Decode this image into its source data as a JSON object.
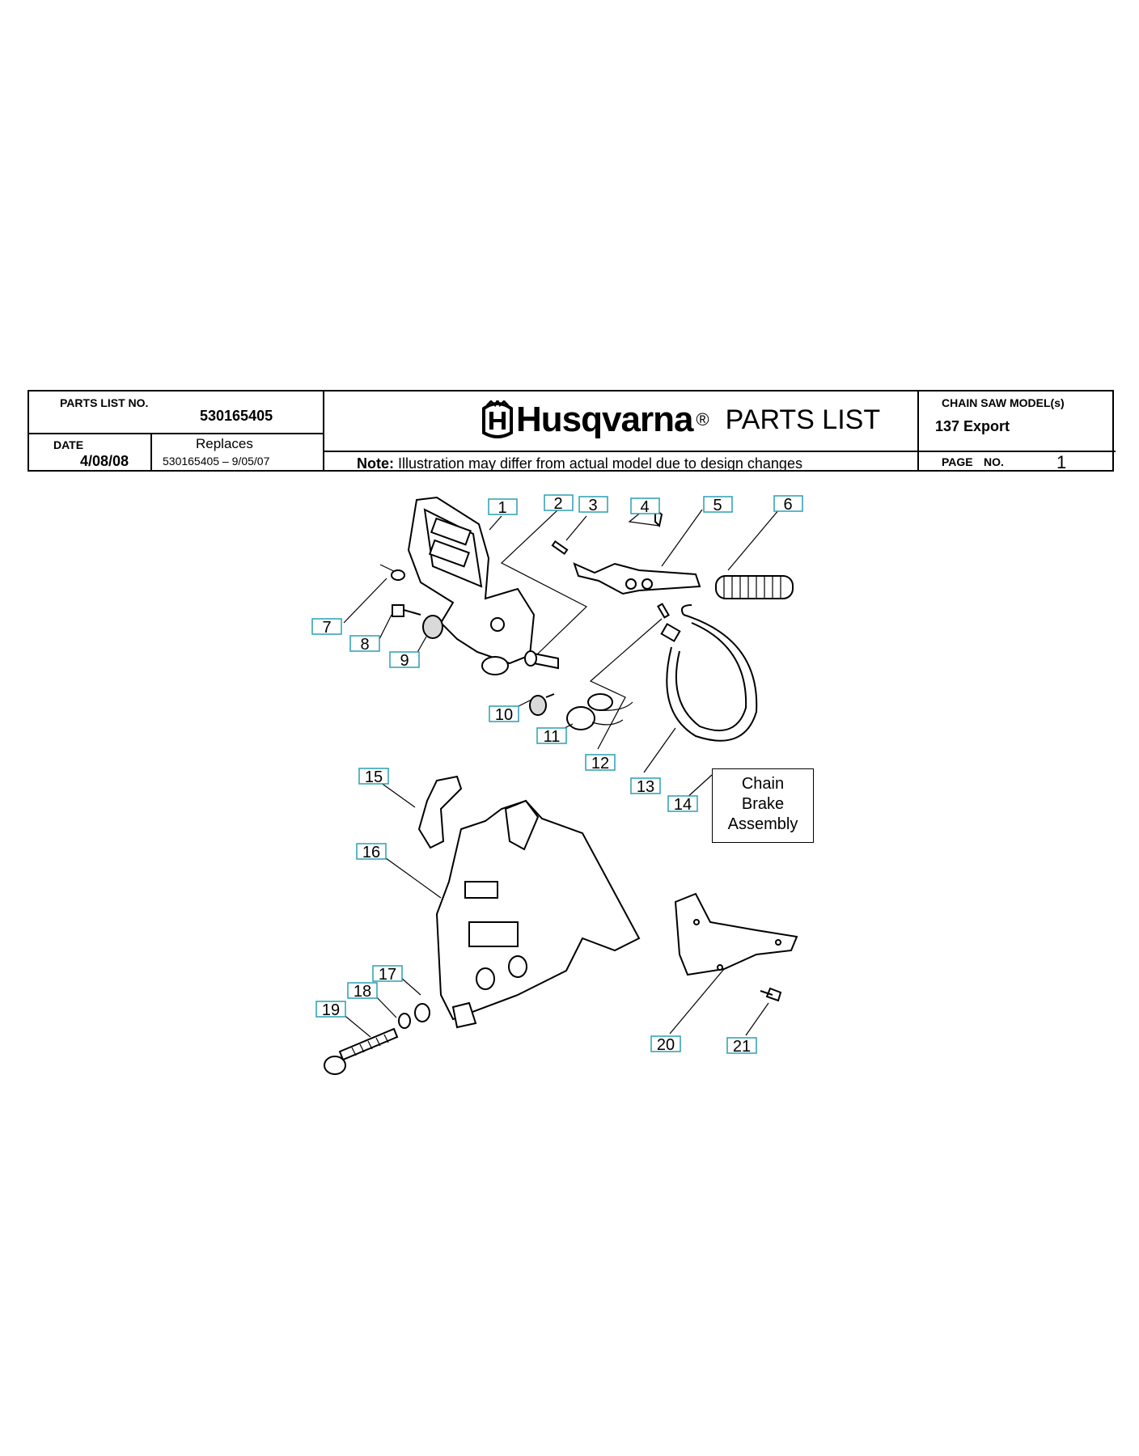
{
  "header": {
    "parts_list_no_label": "PARTS LIST NO.",
    "parts_list_no": "530165405",
    "date_label": "DATE",
    "date": "4/08/08",
    "replaces_label": "Replaces",
    "replaces": "530165405 – 9/05/07",
    "brand": "Husqvarna",
    "registered": "®",
    "title": "PARTS LIST",
    "note_label": "Note:",
    "note": "Illustration may differ from actual model due to design changes",
    "model_label": "CHAIN SAW MODEL(s)",
    "model": "137 Export",
    "page_label": "PAGE",
    "page_no_label": "NO.",
    "page_no": "1"
  },
  "diagram": {
    "callouts": [
      "1",
      "2",
      "3",
      "4",
      "5",
      "6",
      "7",
      "8",
      "9",
      "10",
      "11",
      "12",
      "13",
      "14",
      "15",
      "16",
      "17",
      "18",
      "19",
      "20",
      "21"
    ],
    "assembly_label": [
      "Chain",
      "Brake",
      "Assembly"
    ]
  }
}
